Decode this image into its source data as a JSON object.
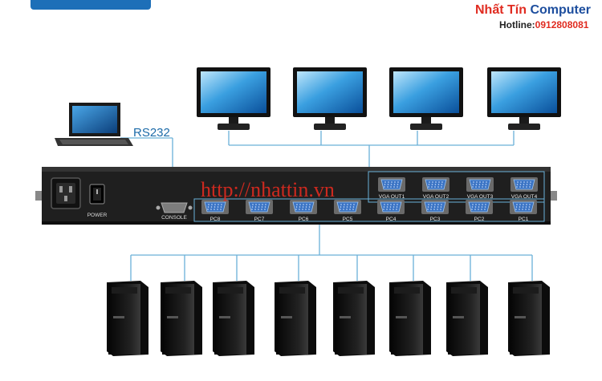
{
  "branding": {
    "logo_part1": "Nhất Tín",
    "logo_part2": "Computer",
    "hotline_label": "Hotline:",
    "hotline_number": "0912808081"
  },
  "labels": {
    "rs232": "RS232",
    "watermark": "http://nhattin.vn",
    "power": "POWER",
    "console": "CONSOLE"
  },
  "ports": {
    "vga_out": [
      "VGA OUT1",
      "VGA OUT2",
      "VGA OUT3",
      "VGA OUT4"
    ],
    "pc_inputs": [
      "PC8",
      "PC7",
      "PC6",
      "PC5",
      "PC4",
      "PC3",
      "PC2",
      "PC1"
    ]
  },
  "colors": {
    "wire": "#6ab0d8",
    "port_blue": "#3b74c4",
    "panel": "#1f1f1f",
    "brand_red": "#e02b20",
    "brand_blue": "#1d4e9e"
  }
}
